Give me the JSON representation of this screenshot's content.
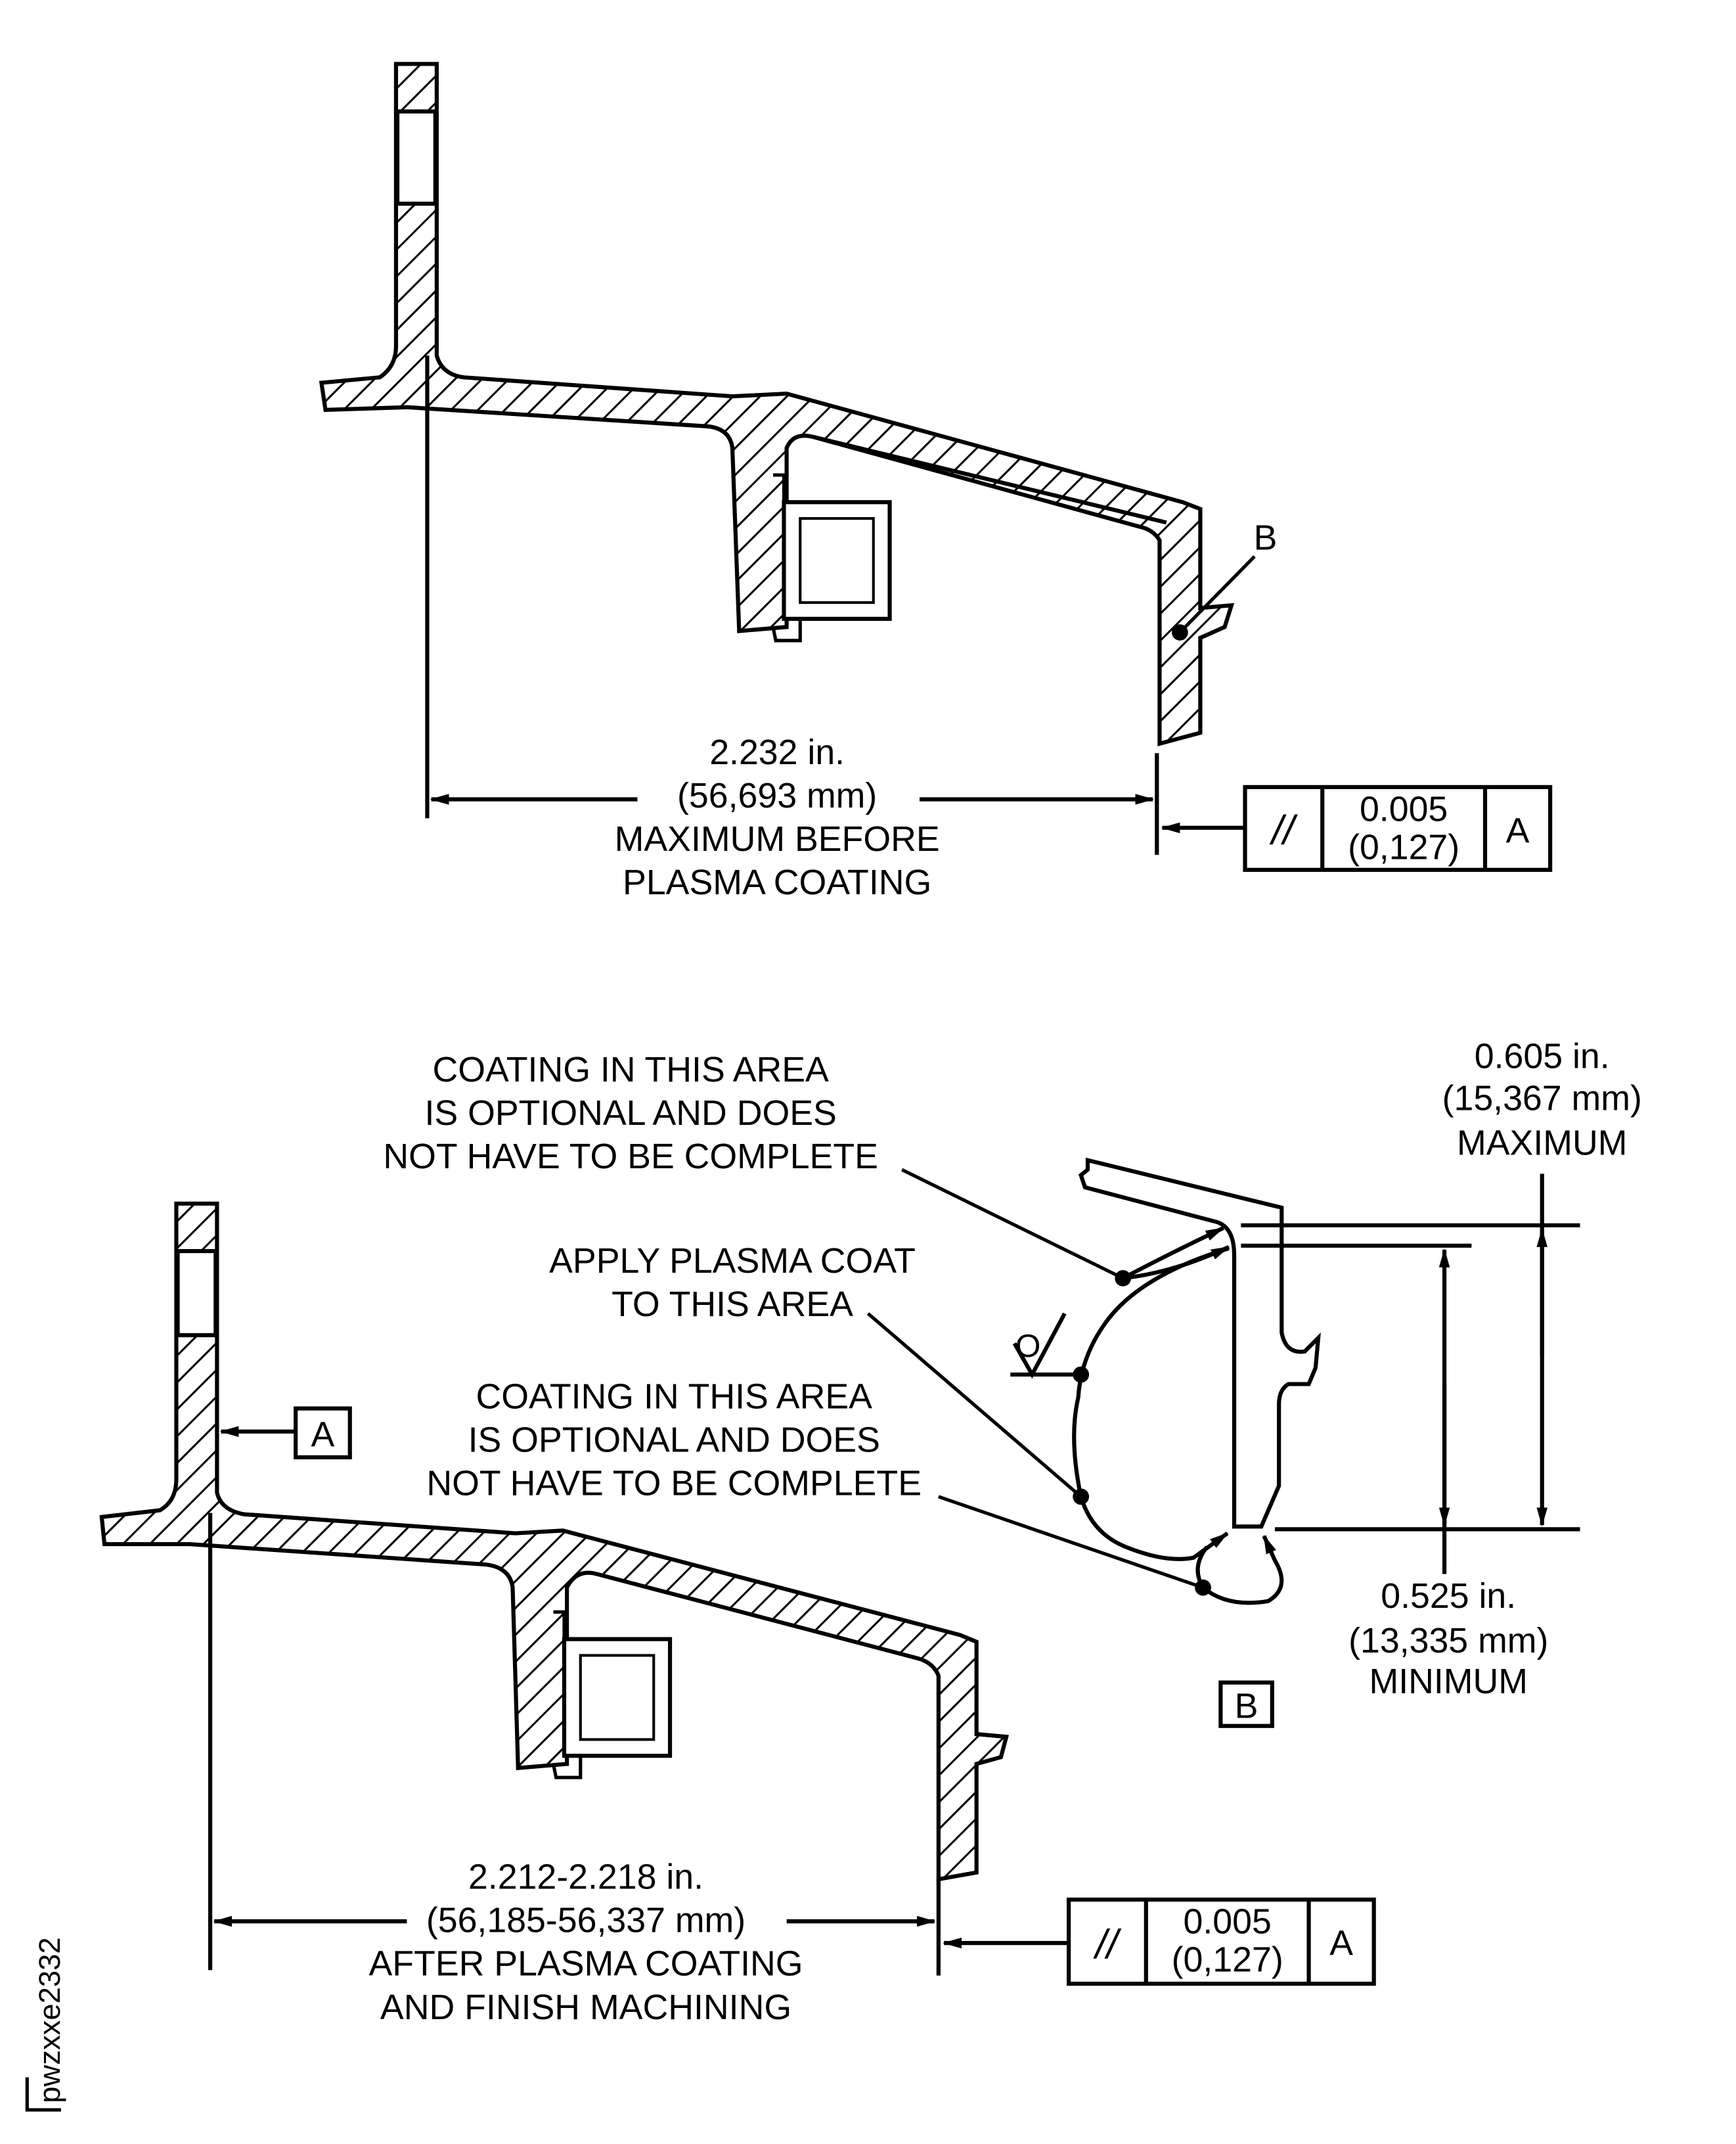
{
  "top_view": {
    "datum_b_callout": "B",
    "dimension": {
      "line1": "2.232 in.",
      "line2": "(56,693 mm)",
      "line3": "MAXIMUM BEFORE",
      "line4": "PLASMA COATING"
    },
    "control_frame": {
      "symbol": "//",
      "tol_in": "0.005",
      "tol_mm": "(0,127)",
      "datum": "A"
    }
  },
  "bottom_view": {
    "datum_a_label": "A",
    "dimension": {
      "line1": "2.212-2.218 in.",
      "line2": "(56,185-56,337 mm)",
      "line3": "AFTER PLASMA COATING",
      "line4": "AND FINISH MACHINING"
    },
    "control_frame": {
      "symbol": "//",
      "tol_in": "0.005",
      "tol_mm": "(0,127)",
      "datum": "A"
    }
  },
  "detail_b": {
    "label": "B",
    "note_optional_1": [
      "COATING IN THIS AREA",
      "IS OPTIONAL AND DOES",
      "NOT HAVE TO BE COMPLETE"
    ],
    "note_apply": [
      "APPLY PLASMA COAT",
      "TO THIS AREA"
    ],
    "note_optional_2": [
      "COATING IN THIS AREA",
      "IS OPTIONAL AND DOES",
      "NOT HAVE TO BE COMPLETE"
    ],
    "finish_symbol": "O",
    "max_dim": [
      "0.605 in.",
      "(15,367 mm)",
      "MAXIMUM"
    ],
    "min_dim": [
      "0.525 in.",
      "(13,335 mm)",
      "MINIMUM"
    ]
  },
  "figure_id": "pwzxxe2332"
}
